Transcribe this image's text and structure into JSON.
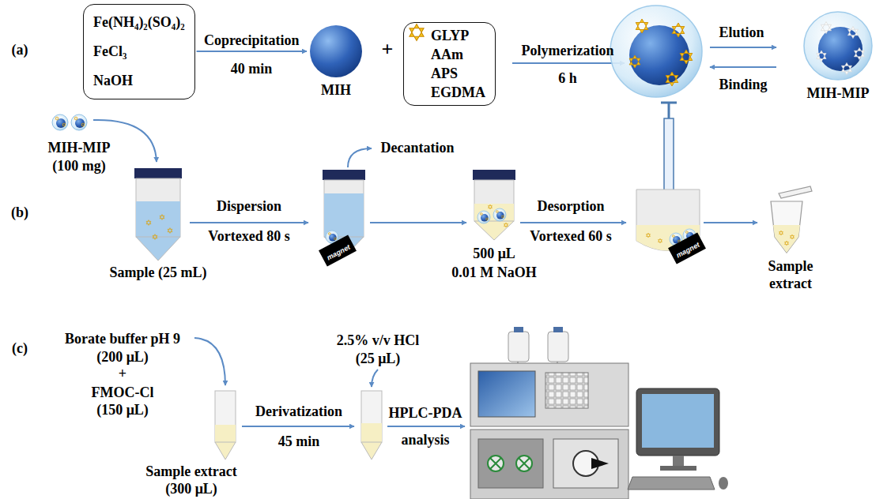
{
  "diagram": {
    "nodes": [
      {
        "text": [
          "Fe(NH₄)₂(SO₄)₂",
          "FeCl₃",
          "NaOH"
        ]
      },
      {
        "text": [
          "MIH"
        ]
      },
      {
        "text": [
          "GLYP",
          "AAm",
          "APS",
          "EGDMA"
        ]
      },
      {
        "text": [
          "MIH-MIP"
        ]
      },
      {
        "text": [
          "magnet"
        ]
      },
      {
        "text": [
          "magnet"
        ]
      }
    ],
    "edges": [
      {
        "from": 0,
        "to": 1,
        "arrow": "to",
        "label": "Coprecipitation"
      }
    ],
    "labels": [
      "(a)",
      "40 min",
      "+",
      "Polymerization",
      "6 h",
      "Elution",
      "Binding",
      "(b)",
      "MIH-MIP",
      "(100 mg)",
      "Sample (25 mL)",
      "Dispersion",
      "Vortexed 80 s",
      "Decantation",
      "500 μL",
      "0.01 M NaOH",
      "Desorption",
      "Vortexed 60 s",
      "Sample extract",
      "(c)",
      "Borate buffer pH 9",
      "(200 μL)",
      "+",
      "FMOC-Cl",
      "(150 μL)",
      "Derivatization",
      "45 min",
      "Sample extract",
      "(300 μL)",
      "2.5% v/v HCl",
      "(25 μL)",
      "HPLC-PDA analysis"
    ]
  }
}
